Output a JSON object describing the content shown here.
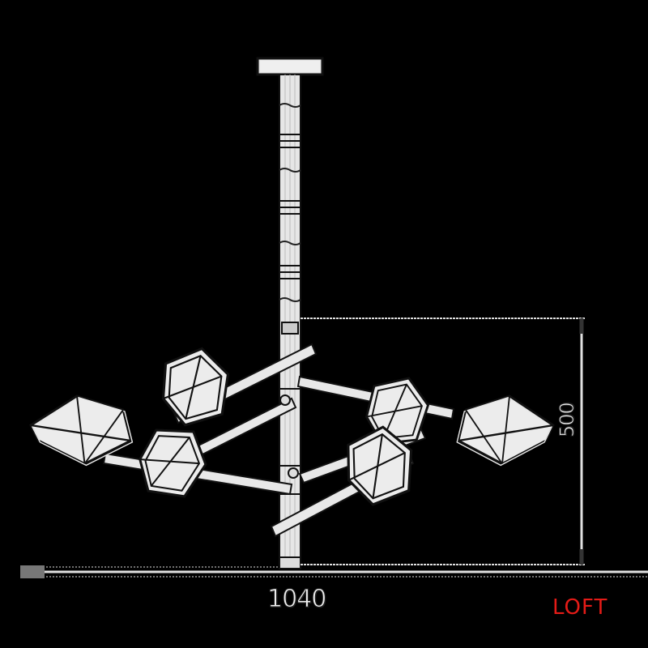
{
  "figure": {
    "subject": "chandelier dimension drawing",
    "background": "#000000",
    "line_color": "#f0f0f0",
    "dimensions": {
      "width_label": "1040",
      "height_label": "500"
    },
    "brand": {
      "label": "LOFT",
      "color": "#e41b17"
    }
  }
}
